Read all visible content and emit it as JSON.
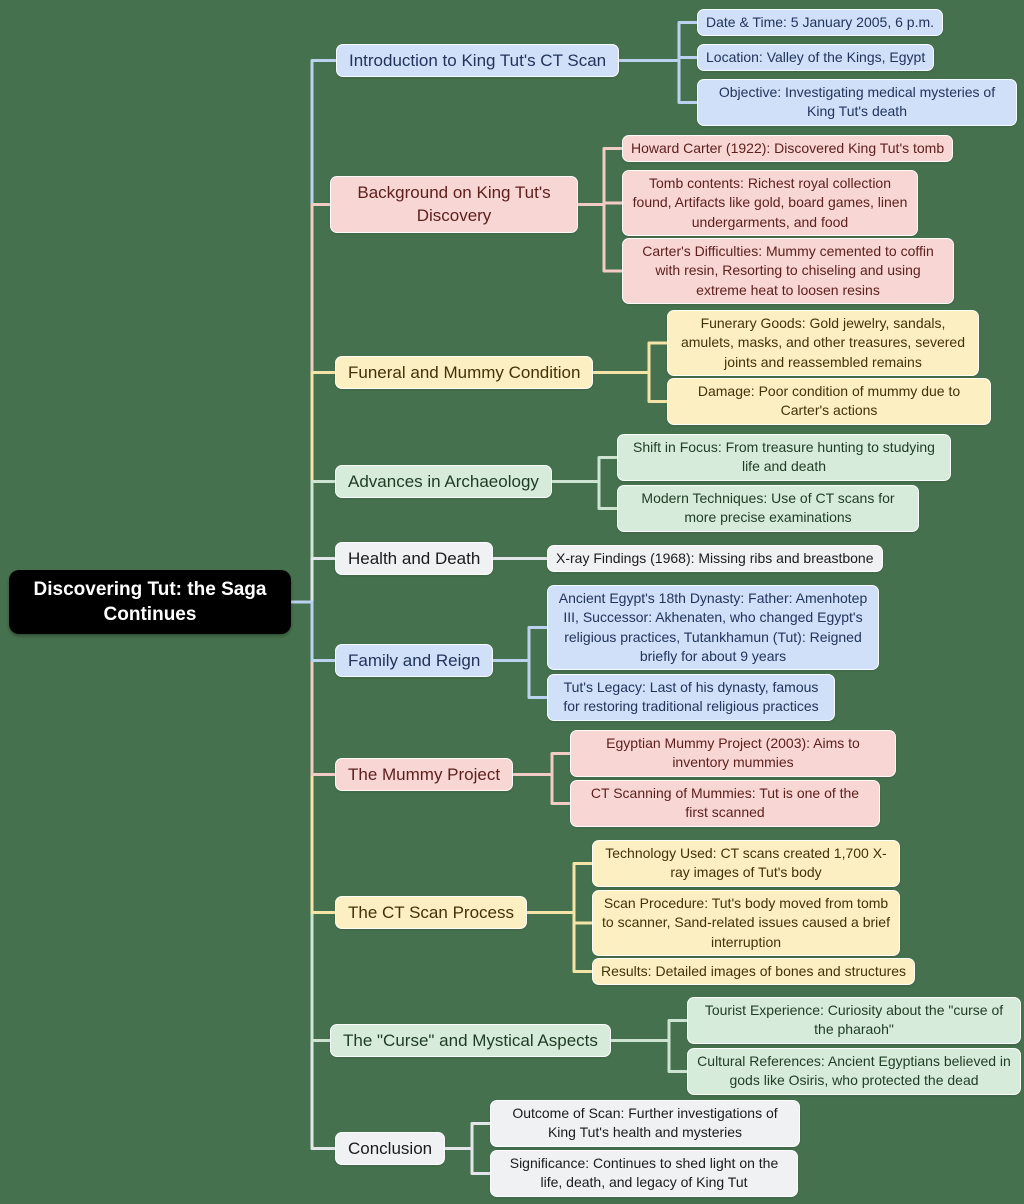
{
  "background_color": "#46714e",
  "palette": {
    "blue": {
      "fill": "#cfe0f8",
      "text": "#22345c",
      "line": "#bad2ef"
    },
    "pink": {
      "fill": "#f7d6d3",
      "text": "#5c1f1c",
      "line": "#f3cbc6"
    },
    "yellow": {
      "fill": "#fcf0c2",
      "text": "#423306",
      "line": "#f4e4a8"
    },
    "green": {
      "fill": "#d7ebda",
      "text": "#1e3c24",
      "line": "#cde4d1"
    },
    "gray": {
      "fill": "#eff1f3",
      "text": "#1b1b1b",
      "line": "#e2e5e9"
    }
  },
  "root": {
    "label": "Discovering Tut: the Saga Continues",
    "fill": "#000000",
    "text_color": "#ffffff"
  },
  "branches": [
    {
      "label": "Introduction to King Tut's CT Scan",
      "color": "blue",
      "children": [
        "Date & Time: 5 January 2005, 6 p.m.",
        "Location: Valley of the Kings, Egypt",
        "Objective: Investigating medical mysteries of King Tut's death"
      ]
    },
    {
      "label": "Background on King Tut's Discovery",
      "color": "pink",
      "children": [
        "Howard Carter (1922): Discovered King Tut's tomb",
        "Tomb contents: Richest royal collection found, Artifacts like gold, board games, linen undergarments, and food",
        "Carter's Difficulties: Mummy cemented to coffin with resin, Resorting to chiseling and using extreme heat to loosen resins"
      ]
    },
    {
      "label": "Funeral and Mummy Condition",
      "color": "yellow",
      "children": [
        "Funerary Goods: Gold jewelry, sandals, amulets, masks, and other treasures, severed joints and reassembled remains",
        "Damage: Poor condition of mummy due to Carter's actions"
      ]
    },
    {
      "label": "Advances in Archaeology",
      "color": "green",
      "children": [
        "Shift in Focus: From treasure hunting to studying life and death",
        "Modern Techniques: Use of CT scans for more precise examinations"
      ]
    },
    {
      "label": "Health and Death",
      "color": "gray",
      "children": [
        "X-ray Findings (1968): Missing ribs and breastbone"
      ]
    },
    {
      "label": "Family and Reign",
      "color": "blue",
      "children": [
        "Ancient Egypt's 18th Dynasty: Father: Amenhotep III, Successor: Akhenaten, who changed Egypt's religious practices, Tutankhamun (Tut): Reigned briefly for about 9 years",
        "Tut's Legacy: Last of his dynasty, famous for restoring traditional religious practices"
      ]
    },
    {
      "label": "The Mummy Project",
      "color": "pink",
      "children": [
        "Egyptian Mummy Project (2003): Aims to inventory mummies",
        "CT Scanning of Mummies: Tut is one of the first scanned"
      ]
    },
    {
      "label": "The CT Scan Process",
      "color": "yellow",
      "children": [
        "Technology Used: CT scans created 1,700 X-ray images of Tut's body",
        "Scan Procedure: Tut's body moved from tomb to scanner, Sand-related issues caused a brief interruption",
        "Results: Detailed images of bones and structures"
      ]
    },
    {
      "label": "The \"Curse\" and Mystical Aspects",
      "color": "green",
      "children": [
        "Tourist Experience: Curiosity about the \"curse of the pharaoh\"",
        "Cultural References: Ancient Egyptians believed in gods like Osiris, who protected the dead"
      ]
    },
    {
      "label": "Conclusion",
      "color": "gray",
      "children": [
        "Outcome of Scan: Further investigations of King Tut's health and mysteries",
        "Significance: Continues to shed light on the life, death, and legacy of King Tut"
      ]
    }
  ]
}
